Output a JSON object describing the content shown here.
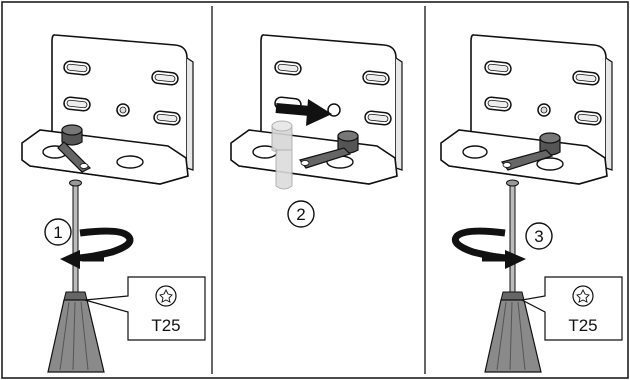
{
  "panels": [
    {
      "step": "1",
      "action": "turn-counterclockwise-loosen",
      "tool_label": "T25",
      "tool_icon": "torx-icon"
    },
    {
      "step": "2",
      "action": "slide-hinge-right",
      "tool_label": "",
      "tool_icon": ""
    },
    {
      "step": "3",
      "action": "turn-clockwise-tighten",
      "tool_label": "T25",
      "tool_icon": "torx-icon"
    }
  ],
  "colors": {
    "line": "#111111",
    "arrow": "#111111",
    "screwdriver": "#8a8a8a",
    "screwdriver_dark": "#555555",
    "bracket_fill": "#ffffff",
    "ghost": "#c8c8c8",
    "divider": "#333333"
  }
}
